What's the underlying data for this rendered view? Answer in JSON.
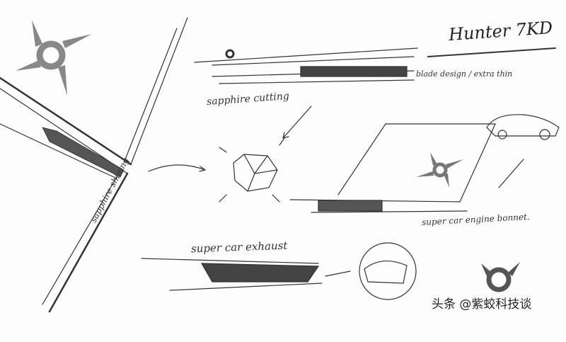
{
  "title": "Hunter 7KD",
  "labels": {
    "blade": "blade design / extra thin",
    "sapphire_cutting": "sapphire cutting",
    "sapphire_shining": "sapphire shining",
    "engine_bonnet": "super car engine bonnet.",
    "exhaust": "super car exhaust"
  },
  "watermark": "头条 @紫蛟科技谈"
}
